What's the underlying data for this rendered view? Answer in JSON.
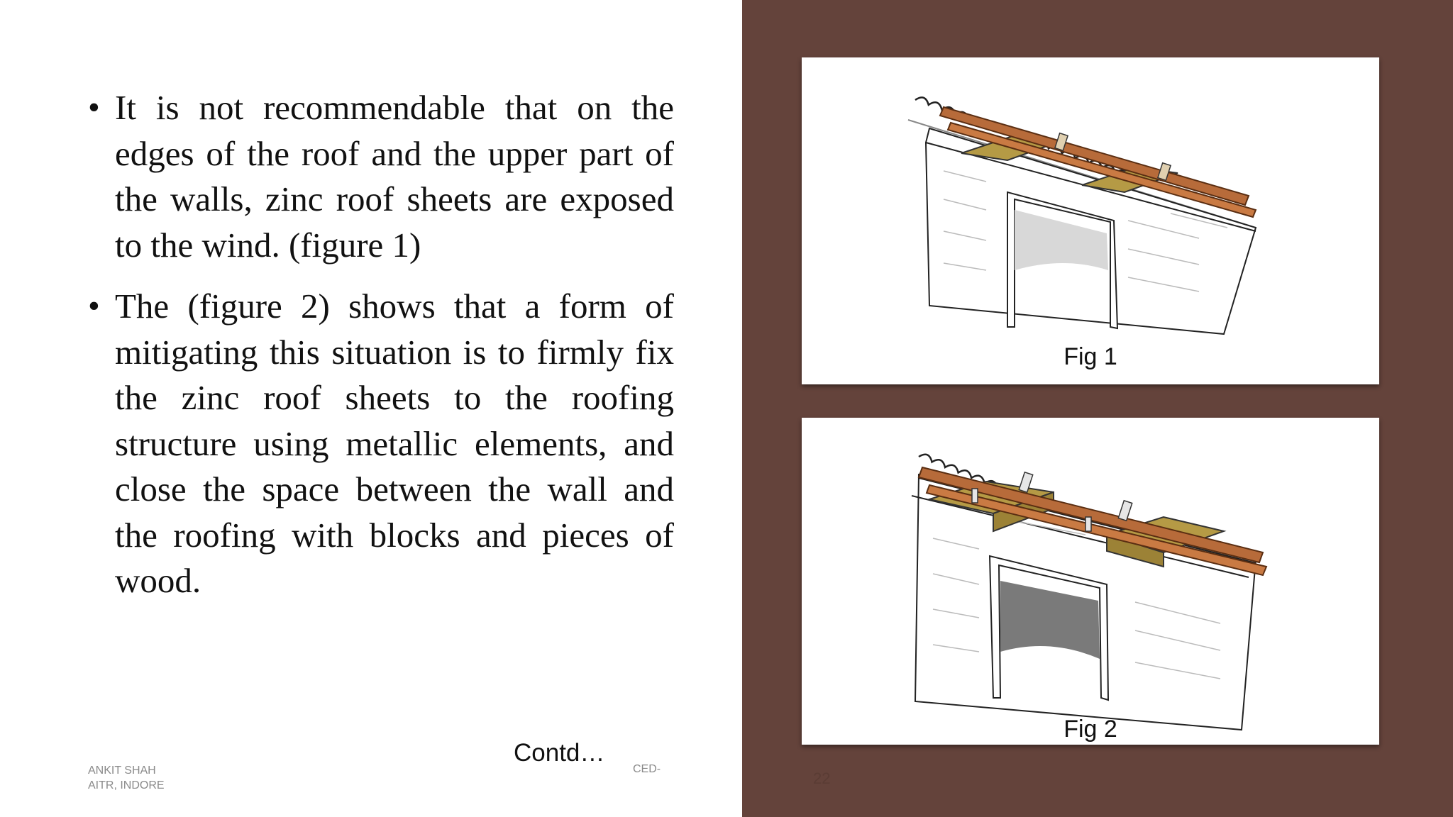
{
  "bullets": [
    "It is not recommendable that on the edges of the roof and the upper part of the walls, zinc roof sheets are exposed to the wind. (figure 1)",
    "The (figure 2) shows that a form of mitigating this situation is to firmly fix the zinc roof sheets to the roofing structure using metallic elements, and close the space between the wall and the roofing with blocks and pieces of wood."
  ],
  "bullet_symbol": "•",
  "contd": "Contd…",
  "footer": {
    "author_line1": "ANKIT SHAH",
    "author_line2": "AITR, INDORE",
    "code": "CED-",
    "slide_number": "22"
  },
  "figures": [
    {
      "caption": "Fig 1"
    },
    {
      "caption": "Fig 2"
    }
  ],
  "colors": {
    "panel_brown": "#64433b",
    "wood": "#b76b3a",
    "beam": "#b59a45",
    "text": "#111111"
  }
}
